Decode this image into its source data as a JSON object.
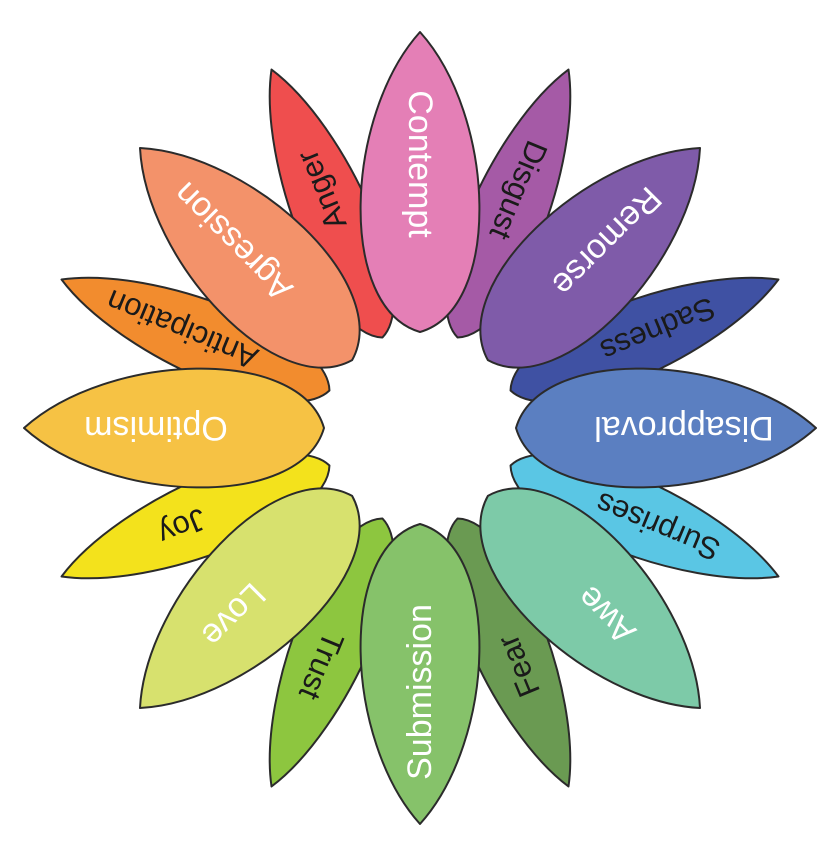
{
  "petals": [
    {
      "label": "Contempt",
      "color": "#e47fb6",
      "text_color": "#ffffff"
    },
    {
      "label": "Disgust",
      "color": "#a55aa6",
      "text_color": "#1a1a1a"
    },
    {
      "label": "Remorse",
      "color": "#7f5ba9",
      "text_color": "#ffffff"
    },
    {
      "label": "Sadness",
      "color": "#3f51a3",
      "text_color": "#1a1a1a"
    },
    {
      "label": "Disapproval",
      "color": "#5b7fc1",
      "text_color": "#ffffff"
    },
    {
      "label": "Surprises",
      "color": "#5ac6e4",
      "text_color": "#1a1a1a"
    },
    {
      "label": "Awe",
      "color": "#7dcaa8",
      "text_color": "#ffffff"
    },
    {
      "label": "Fear",
      "color": "#6a9a52",
      "text_color": "#1a1a1a"
    },
    {
      "label": "Submission",
      "color": "#86c26a",
      "text_color": "#ffffff"
    },
    {
      "label": "Trust",
      "color": "#8dc63f",
      "text_color": "#1a1a1a"
    },
    {
      "label": "Love",
      "color": "#d7e16e",
      "text_color": "#ffffff"
    },
    {
      "label": "Joy",
      "color": "#f3e21c",
      "text_color": "#1a1a1a"
    },
    {
      "label": "Optimism",
      "color": "#f6c244",
      "text_color": "#ffffff"
    },
    {
      "label": "Anticipation",
      "color": "#f28c2e",
      "text_color": "#1a1a1a"
    },
    {
      "label": "Agression",
      "color": "#f3926a",
      "text_color": "#ffffff"
    },
    {
      "label": "Anger",
      "color": "#ef4e4e",
      "text_color": "#1a1a1a"
    }
  ]
}
